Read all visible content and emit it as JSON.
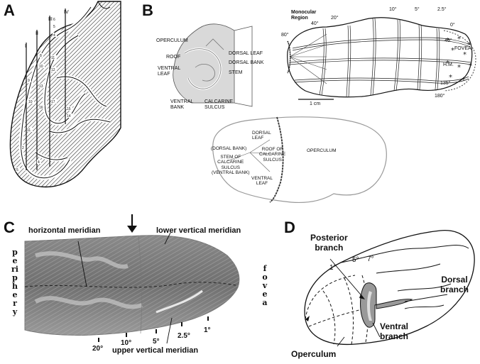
{
  "panels": {
    "a": {
      "letter": "A",
      "roman": [
        "I",
        "II",
        "III",
        "IV"
      ]
    },
    "b": {
      "letter": "B",
      "section_labels": {
        "operculum": "OPERCULUM",
        "roof": "ROOF",
        "ventral_leaf": "VENTRAL\nLEAF",
        "ventral_bank": "VENTRAL\nBANK",
        "calcarine_sulcus": "CALCARINE\nSULCUS",
        "dorsal_leaf": "DORSAL LEAF",
        "dorsal_bank": "DORSAL BANK",
        "stem": "STEM"
      },
      "map_labels": {
        "monocular": "Monocular\nRegion",
        "fovea": "FOVEA",
        "hm": "H.M.",
        "scale": "1 cm",
        "degrees": [
          "80°",
          "40°",
          "20°",
          "10°",
          "5°",
          "2.5°",
          "0°",
          "45°",
          "135°",
          "180°"
        ]
      },
      "flat_labels": {
        "dorsal_leaf": "DORSAL\nLEAF",
        "dorsal_bank": "(DORSAL BANK)",
        "stem": "STEM OF\nCALCARINE\nSULCUS\n(VENTRAL BANK)",
        "roof": "ROOF OF\nCALCARINE\nSULCUS",
        "ventral_leaf": "VENTRAL\nLEAF",
        "operculum": "OPERCULUM"
      }
    },
    "c": {
      "letter": "C",
      "horizontal_meridian": "horizontal meridian",
      "lower_vertical_meridian": "lower vertical meridian",
      "upper_vertical_meridian": "upper vertical meridian",
      "periphery": "periphery",
      "fovea": "fovea",
      "degrees": [
        "20°",
        "10°",
        "5°",
        "2.5°",
        "1°"
      ]
    },
    "d": {
      "letter": "D",
      "posterior_branch": "Posterior\nbranch",
      "dorsal_branch": "Dorsal\nbranch",
      "ventral_branch": "Ventral\nbranch",
      "operculum": "Operculum",
      "degrees": [
        "1°",
        "5°",
        "7°"
      ]
    }
  }
}
